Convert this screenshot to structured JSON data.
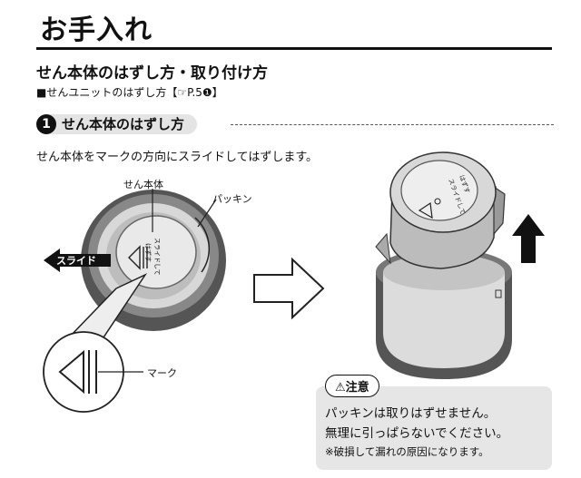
{
  "header": {
    "title": "お手入れ"
  },
  "section": {
    "heading": "せん本体のはずし方・取り付け方",
    "reference": "■せんユニットのはずし方【☞P.5❶】"
  },
  "step": {
    "number": "1",
    "title": "せん本体のはずし方",
    "instruction": "せん本体をマークの方向にスライドしてはずします。"
  },
  "illustration": {
    "label_body": "せん本体",
    "label_packing": "パッキン",
    "slide_tag": "スライド",
    "cap_text_1": "スライドして",
    "cap_text_2": "はずす",
    "label_mark": "マーク"
  },
  "caution": {
    "label": "⚠注意",
    "line1": "パッキンは取りはずせません。",
    "line2": "無理に引っぱらないでください。",
    "note": "※破損して漏れの原因になります。"
  }
}
